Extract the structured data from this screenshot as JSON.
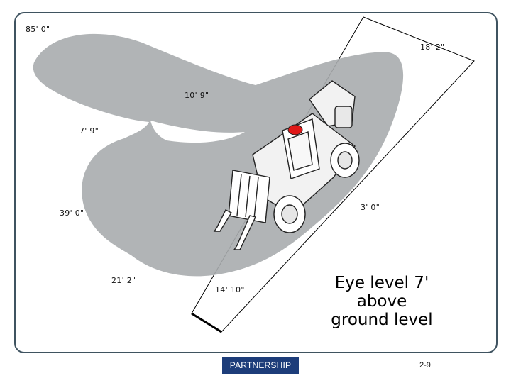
{
  "dimensions": {
    "top_left": "85' 0\"",
    "top_right": "18' 2\"",
    "upper_middle": "10' 9\"",
    "left_notch": "7' 9\"",
    "left_side": "39' 0\"",
    "right_front": "3' 0\"",
    "bottom_left": "21' 2\"",
    "bottom_middle": "14' 10\""
  },
  "note": {
    "line1": "Eye level 7'",
    "line2": "above",
    "line3": "ground level"
  },
  "footer": {
    "logo_text": "PARTNERSHIP",
    "page_number": "2-9"
  },
  "colors": {
    "blind_area": "#a9acae",
    "frame": "#3f5360",
    "beacon": "#e01818",
    "logo_bg": "#1d3d7a"
  }
}
